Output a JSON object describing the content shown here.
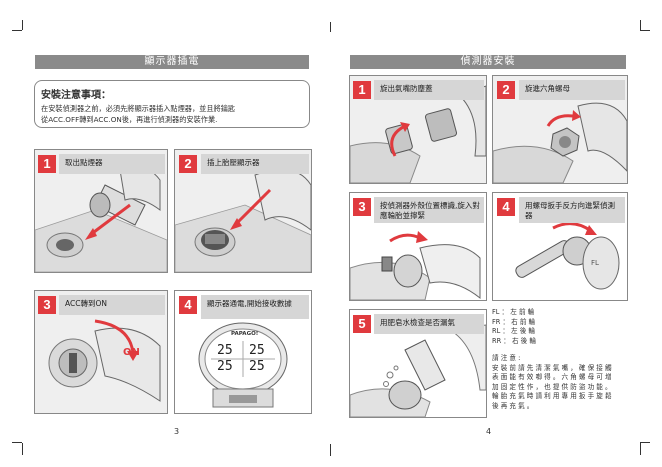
{
  "left_page": {
    "header": "顯示器插電",
    "notice": {
      "title": "安裝注意事項：",
      "line1": "在安裝偵測器之前，必須先將顯示器插入點煙器，並且將鑰匙",
      "line2": "從ACC.OFF轉到ACC.ON後，再進行偵測器的安裝作業."
    },
    "steps": [
      {
        "num": "1",
        "label": "取出點煙器"
      },
      {
        "num": "2",
        "label": "插上胎壓顯示器"
      },
      {
        "num": "3",
        "label": "ACC轉到ON",
        "overlay": "ON"
      },
      {
        "num": "4",
        "label": "顯示器通電,開始接收數據",
        "display": {
          "brand": "PAPAGO!",
          "row1": [
            "25",
            "25"
          ],
          "row2": [
            "25",
            "25"
          ]
        }
      }
    ],
    "page_number": "3"
  },
  "right_page": {
    "header": "偵測器安裝",
    "steps": [
      {
        "num": "1",
        "label": "旋出氣嘴防塵蓋"
      },
      {
        "num": "2",
        "label": "旋進六角螺母"
      },
      {
        "num": "3",
        "label": "按偵測器外殼位置標識,旋入對應輪胎並擰緊"
      },
      {
        "num": "4",
        "label": "用螺母扳手反方向進緊偵測器"
      },
      {
        "num": "5",
        "label": "用肥皂水檢查是否漏氣"
      }
    ],
    "legend": [
      "FL ： 左 前 輪",
      "FR ： 右 前 輪",
      "RL ： 左 後 輪",
      "RR ： 右 後 輪"
    ],
    "note_title": "請 注 意 :",
    "note_body": "安 裝 前 請 先 清 潔 氣 嘴 ， 確 保 接 觸 表 面 能 有 效 啣 得 。 六 角 螺 母 可 增 加 固 定 性 作 ， 也 提 供 防 盜 功 能 。 輪 胎 充 氣 時 請 利 用 專 用 扳 手 旋 鬆 後 再 充 氣 。",
    "page_number": "4"
  },
  "colors": {
    "accent": "#e03a3e",
    "header_bg": "#8a8a8a",
    "label_bg": "#d6d6d6"
  }
}
